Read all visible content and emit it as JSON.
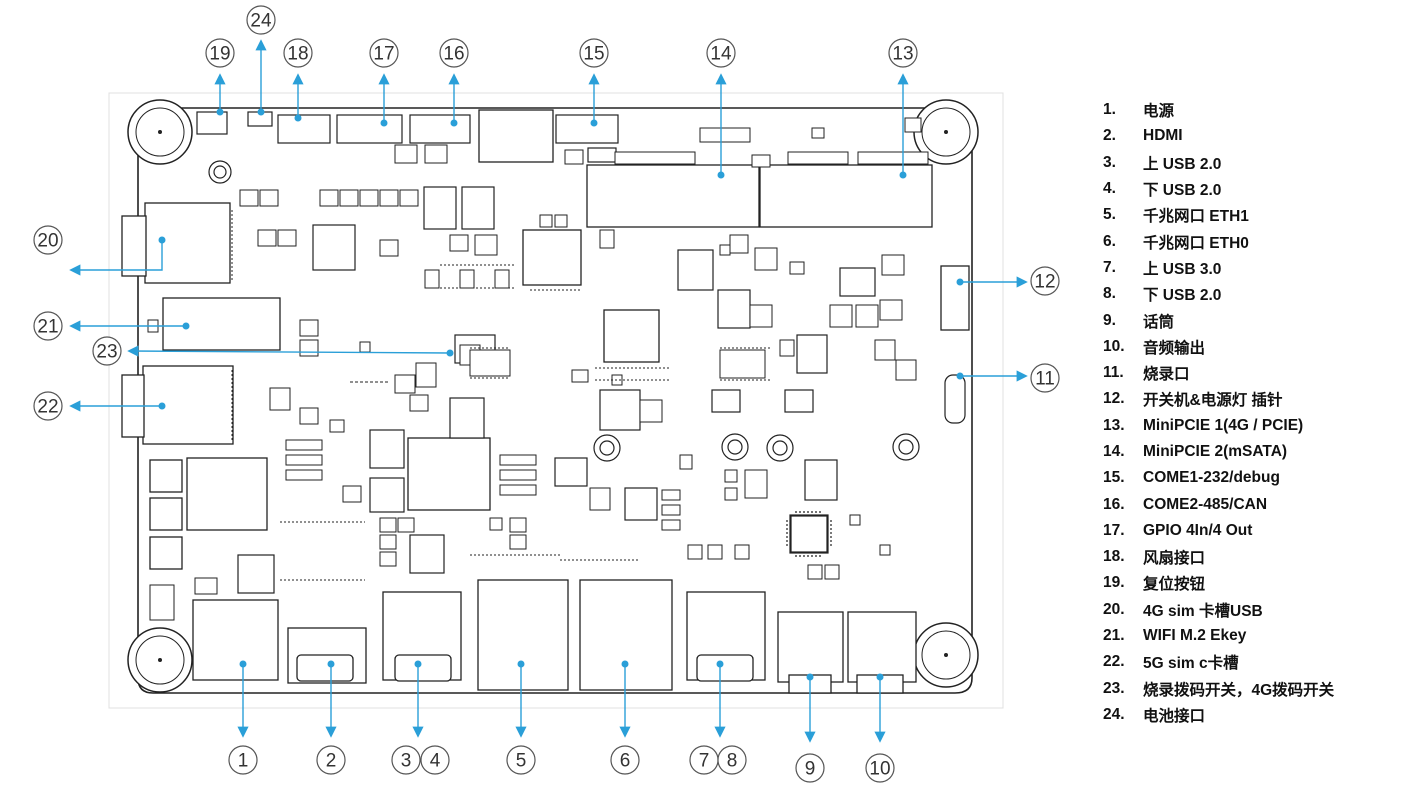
{
  "callouts": [
    "1",
    "2",
    "3",
    "4",
    "5",
    "6",
    "7",
    "8",
    "9",
    "10",
    "11",
    "12",
    "13",
    "14",
    "15",
    "16",
    "17",
    "18",
    "19",
    "20",
    "21",
    "22",
    "23",
    "24"
  ],
  "legend": [
    {
      "num": "1.",
      "label": "电源"
    },
    {
      "num": "2.",
      "label": "HDMI"
    },
    {
      "num": "3.",
      "label": "上 USB 2.0"
    },
    {
      "num": "4.",
      "label": "下 USB 2.0"
    },
    {
      "num": "5.",
      "label": "千兆网口 ETH1"
    },
    {
      "num": "6.",
      "label": "千兆网口 ETH0"
    },
    {
      "num": "7.",
      "label": "上 USB 3.0"
    },
    {
      "num": "8.",
      "label": "下 USB 2.0"
    },
    {
      "num": "9.",
      "label": "话筒"
    },
    {
      "num": "10.",
      "label": "音频输出"
    },
    {
      "num": "11.",
      "label": "烧录口"
    },
    {
      "num": "12.",
      "label": "开关机&电源灯 插针"
    },
    {
      "num": "13.",
      "label": "MiniPCIE 1(4G / PCIE)"
    },
    {
      "num": "14.",
      "label": "MiniPCIE 2(mSATA)"
    },
    {
      "num": "15.",
      "label": "COME1-232/debug"
    },
    {
      "num": "16.",
      "label": "COME2-485/CAN"
    },
    {
      "num": "17.",
      "label": "GPIO 4In/4 Out"
    },
    {
      "num": "18.",
      "label": "风扇接口"
    },
    {
      "num": "19.",
      "label": "复位按钮"
    },
    {
      "num": "20.",
      "label": "4G sim 卡槽USB"
    },
    {
      "num": "21.",
      "label": "WIFI M.2 Ekey"
    },
    {
      "num": "22.",
      "label": "5G sim c卡槽"
    },
    {
      "num": "23.",
      "label": "烧录拨码开关，4G拨码开关"
    },
    {
      "num": "24.",
      "label": "电池接口"
    }
  ],
  "colors": {
    "accent": "#2a9fd8",
    "board_line": "#222222",
    "callout_ring": "#555555"
  }
}
